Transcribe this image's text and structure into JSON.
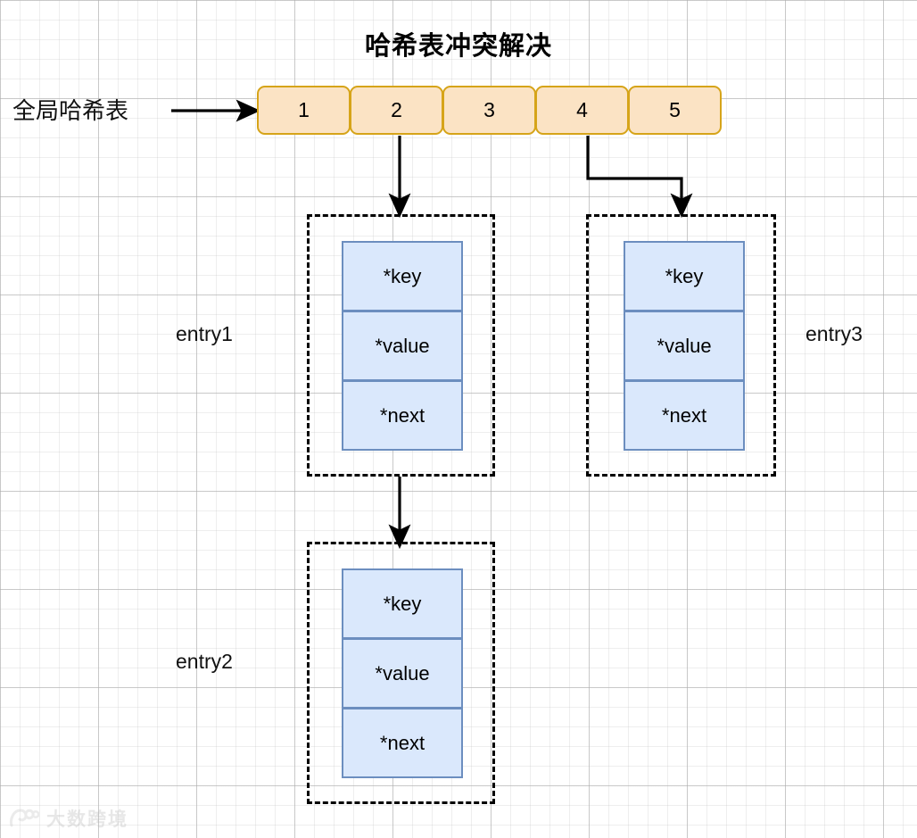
{
  "title": "哈希表冲突解决",
  "global_label": "全局哈希表",
  "hash_table": {
    "cells": [
      {
        "index": "1"
      },
      {
        "index": "2"
      },
      {
        "index": "3"
      },
      {
        "index": "4"
      },
      {
        "index": "5"
      }
    ],
    "fill_color": "#fbe3c4",
    "border_color": "#d6a419"
  },
  "entries": [
    {
      "label": "entry1",
      "fields": [
        {
          "name": "*key"
        },
        {
          "name": "*value"
        },
        {
          "name": "*next"
        }
      ]
    },
    {
      "label": "entry2",
      "fields": [
        {
          "name": "*key"
        },
        {
          "name": "*value"
        },
        {
          "name": "*next"
        }
      ]
    },
    {
      "label": "entry3",
      "fields": [
        {
          "name": "*key"
        },
        {
          "name": "*value"
        },
        {
          "name": "*next"
        }
      ]
    }
  ],
  "entry_style": {
    "fill_color": "#dae8fc",
    "border_color": "#6c8ebf",
    "container_border_color": "#000000"
  },
  "watermark": {
    "text": "大数跨境"
  },
  "connections": [
    {
      "from": "hash-cell-2",
      "to": "entry1",
      "kind": "straight-down"
    },
    {
      "from": "hash-cell-4",
      "to": "entry3",
      "kind": "elbow-right-down"
    },
    {
      "from": "entry1",
      "to": "entry2",
      "kind": "straight-down"
    }
  ]
}
